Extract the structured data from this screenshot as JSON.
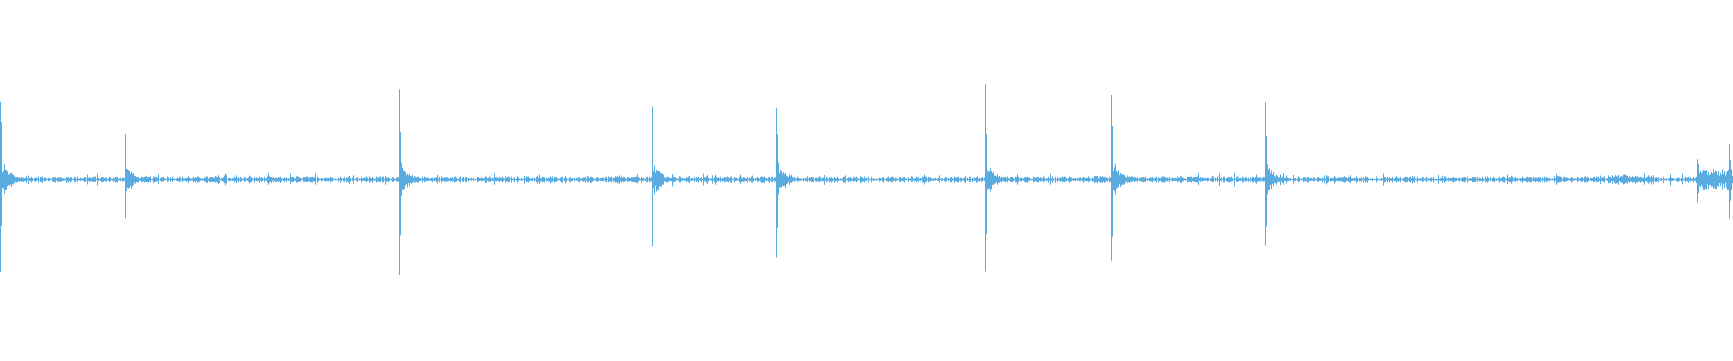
{
  "waveform": {
    "color": "#5aabe0",
    "background": "#ffffff",
    "transients": [
      {
        "t": 0.0,
        "peak": 0.98
      },
      {
        "t": 0.072,
        "peak": 0.72
      },
      {
        "t": 0.23,
        "peak": 0.93
      },
      {
        "t": 0.376,
        "peak": 0.83
      },
      {
        "t": 0.448,
        "peak": 0.92
      },
      {
        "t": 0.568,
        "peak": 0.95
      },
      {
        "t": 0.641,
        "peak": 0.98
      },
      {
        "t": 0.73,
        "peak": 0.75
      },
      {
        "t": 0.979,
        "peak": 0.25
      },
      {
        "t": 0.998,
        "peak": 0.38
      }
    ],
    "noise_floor": 0.03,
    "bursts": [
      {
        "t": 0.941,
        "amp": 0.05
      },
      {
        "t": 0.993,
        "amp": 0.1
      }
    ]
  }
}
